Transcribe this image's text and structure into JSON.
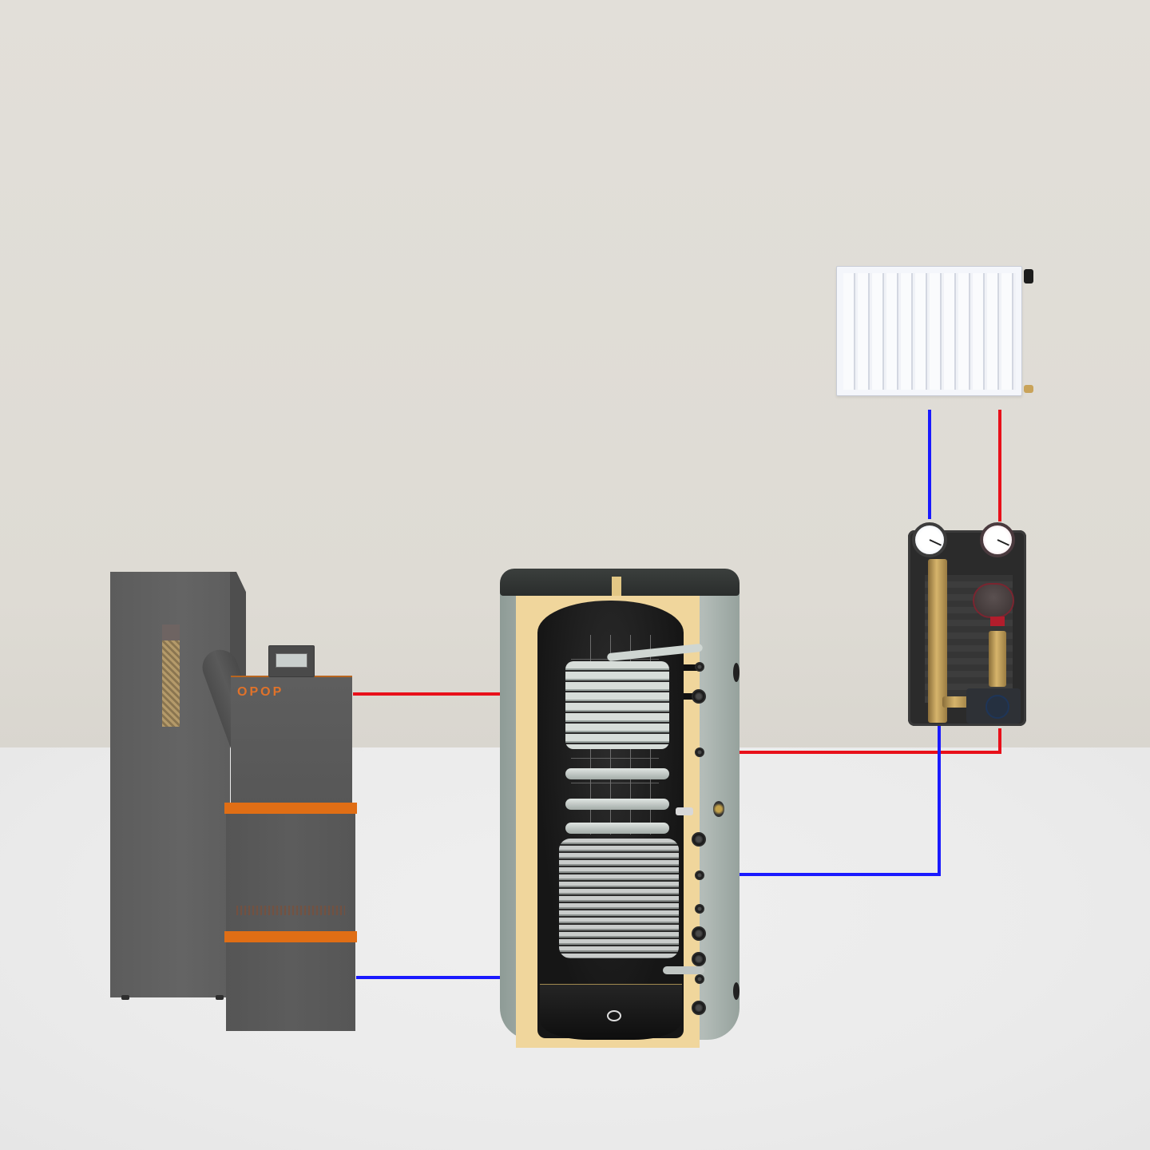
{
  "diagram": {
    "type": "heating-system-schematic",
    "background": {
      "wall_color": "#e2dfd9",
      "floor_color": "#ebebeb"
    },
    "colors": {
      "supply_hot": "#e8101a",
      "return_cold": "#1a1aff",
      "boiler_accent": "#e06e15",
      "insulation": "#f0d69c"
    }
  },
  "components": {
    "boiler": {
      "brand": "OPOP",
      "type": "pellet-boiler-with-hopper",
      "display": "control-panel"
    },
    "tank": {
      "type": "buffer-tank-cutaway",
      "coils": [
        "upper-coil",
        "lower-coil"
      ]
    },
    "radiator": {
      "type": "panel-radiator"
    },
    "pump_station": {
      "type": "pump-group",
      "gauges": [
        "return-gauge",
        "supply-gauge"
      ],
      "parts": [
        "circulation-pump",
        "mixing-valve-actuator"
      ]
    }
  },
  "connections": [
    {
      "from": "boiler",
      "to": "tank",
      "kind": "supply",
      "color": "hot"
    },
    {
      "from": "tank",
      "to": "boiler",
      "kind": "return",
      "color": "cold"
    },
    {
      "from": "tank",
      "to": "pump_station",
      "kind": "supply",
      "color": "hot"
    },
    {
      "from": "pump_station",
      "to": "tank",
      "kind": "return",
      "color": "cold"
    },
    {
      "from": "pump_station",
      "to": "radiator",
      "kind": "supply",
      "color": "hot"
    },
    {
      "from": "radiator",
      "to": "pump_station",
      "kind": "return",
      "color": "cold"
    }
  ]
}
